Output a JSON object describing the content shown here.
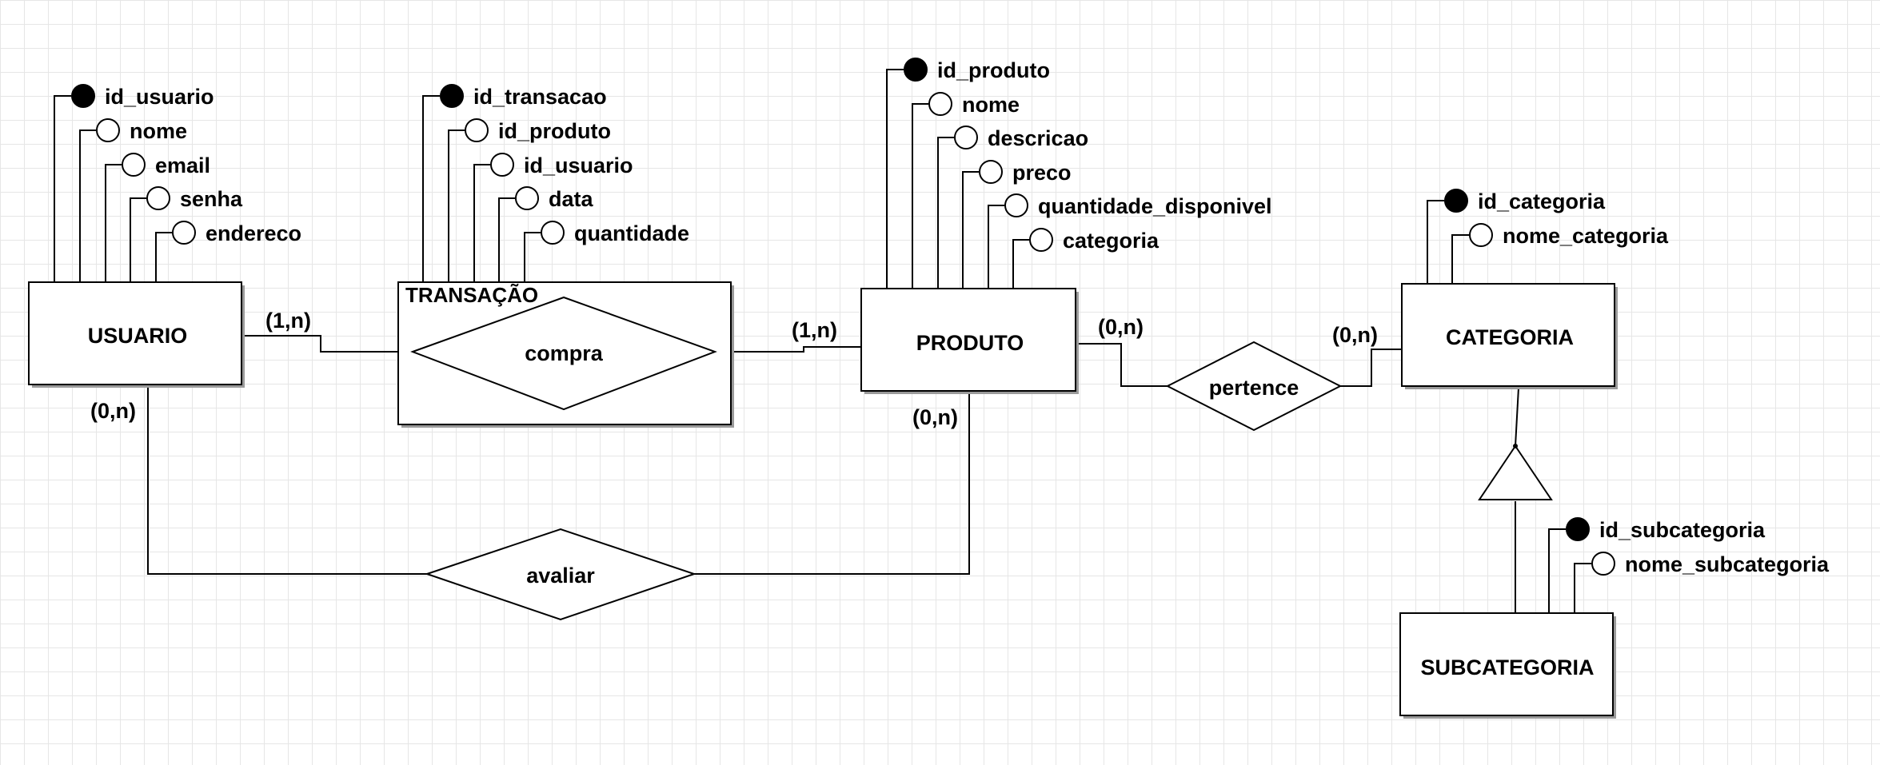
{
  "entities": {
    "usuario": "USUARIO",
    "produto": "PRODUTO",
    "categoria": "CATEGORIA",
    "subcategoria": "SUBCATEGORIA"
  },
  "aggregation": {
    "transacao": "TRANSAÇÃO"
  },
  "relationships": {
    "compra": "compra",
    "pertence": "pertence",
    "avaliar": "avaliar"
  },
  "attributes": {
    "usuario": [
      {
        "name": "id_usuario",
        "key": true
      },
      {
        "name": "nome",
        "key": false
      },
      {
        "name": "email",
        "key": false
      },
      {
        "name": "senha",
        "key": false
      },
      {
        "name": "endereco",
        "key": false
      }
    ],
    "transacao": [
      {
        "name": "id_transacao",
        "key": true
      },
      {
        "name": "id_produto",
        "key": false
      },
      {
        "name": "id_usuario",
        "key": false
      },
      {
        "name": "data",
        "key": false
      },
      {
        "name": "quantidade",
        "key": false
      }
    ],
    "produto": [
      {
        "name": "id_produto",
        "key": true
      },
      {
        "name": "nome",
        "key": false
      },
      {
        "name": "descricao",
        "key": false
      },
      {
        "name": "preco",
        "key": false
      },
      {
        "name": "quantidade_disponivel",
        "key": false
      },
      {
        "name": "categoria",
        "key": false
      }
    ],
    "categoria": [
      {
        "name": "id_categoria",
        "key": true
      },
      {
        "name": "nome_categoria",
        "key": false
      }
    ],
    "subcategoria": [
      {
        "name": "id_subcategoria",
        "key": true
      },
      {
        "name": "nome_subcategoria",
        "key": false
      }
    ]
  },
  "cardinalities": {
    "usuario_compra": "(1,n)",
    "produto_compra": "(1,n)",
    "produto_pertence": "(0,n)",
    "categoria_pertence": "(0,n)",
    "usuario_avaliar": "(0,n)",
    "produto_avaliar": "(0,n)"
  }
}
